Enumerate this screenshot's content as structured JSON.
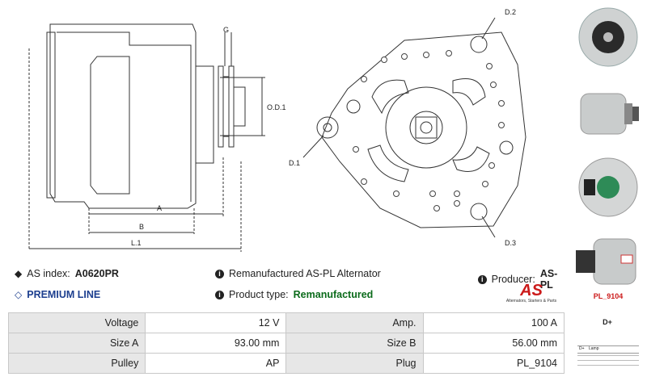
{
  "drawing": {
    "labels": {
      "g": "G",
      "od1": "O.D.1",
      "a": "A",
      "b": "B",
      "l1": "L.1",
      "d1": "D.1",
      "d2": "D.2",
      "d3": "D.3"
    }
  },
  "info": {
    "as_index_label": "AS index:",
    "as_index_value": "A0620PR",
    "description": "Remanufactured AS-PL Alternator",
    "producer_label": "Producer:",
    "producer_value": "AS-PL",
    "premium_line": "PREMIUM LINE",
    "product_type_label": "Product type:",
    "product_type_value": "Remanufactured"
  },
  "logo": {
    "mark": "AS",
    "tagline": "Alternators, Starters & Parts"
  },
  "specs": {
    "rows": [
      {
        "label1": "Voltage",
        "value1": "12 V",
        "label2": "Amp.",
        "value2": "100 A"
      },
      {
        "label1": "Size A",
        "value1": "93.00 mm",
        "label2": "Size B",
        "value2": "56.00 mm"
      },
      {
        "label1": "Pulley",
        "value1": "AP",
        "label2": "Plug",
        "value2": "PL_9104"
      }
    ]
  },
  "plug": {
    "caption": "PL_9104",
    "terminal": "D+",
    "table_col1": "D+",
    "table_col2": "Lamp"
  },
  "colors": {
    "accent_red": "#cc1a1a",
    "premium_blue": "#1d3f8f",
    "type_green": "#0b6b1b",
    "table_label_bg": "#e7e7e7"
  }
}
